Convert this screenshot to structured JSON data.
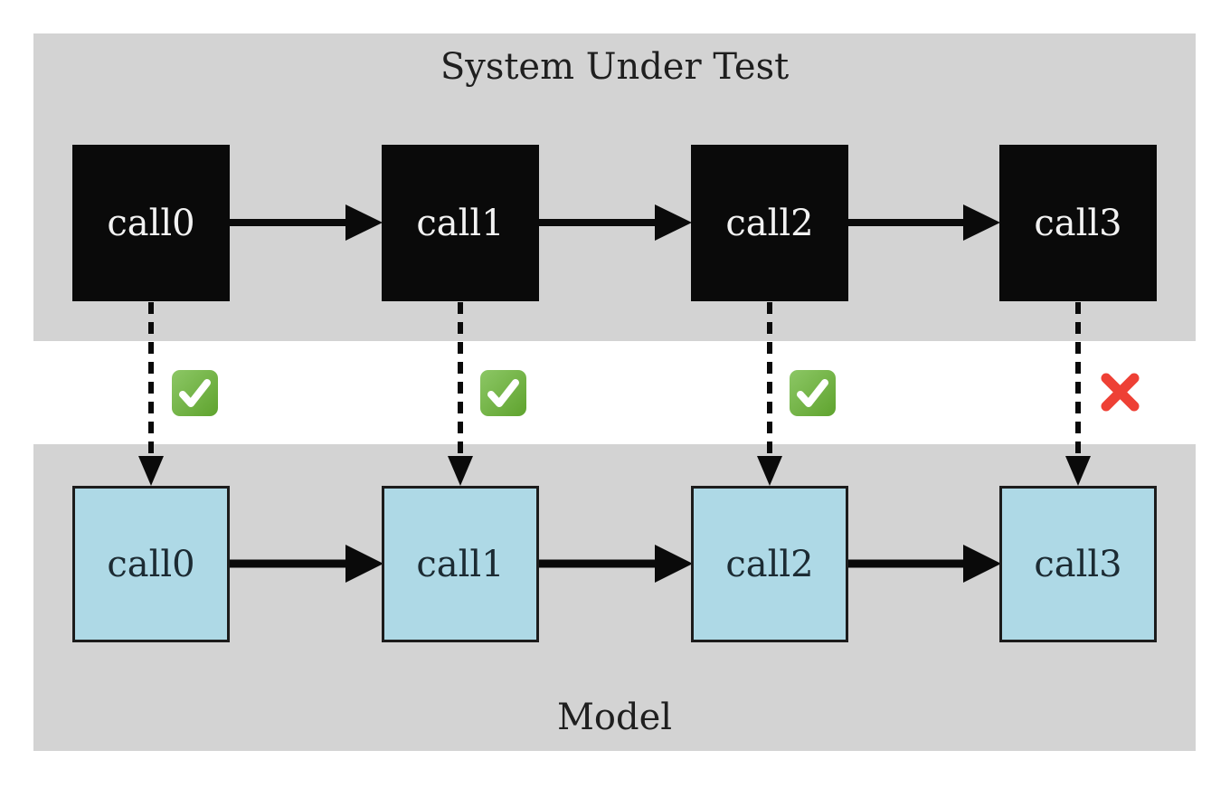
{
  "diagram": {
    "sut": {
      "title": "System Under Test",
      "nodes": [
        {
          "label": "call0"
        },
        {
          "label": "call1"
        },
        {
          "label": "call2"
        },
        {
          "label": "call3"
        }
      ]
    },
    "model": {
      "title": "Model",
      "nodes": [
        {
          "label": "call0"
        },
        {
          "label": "call1"
        },
        {
          "label": "call2"
        },
        {
          "label": "call3"
        }
      ]
    },
    "comparisons": [
      {
        "pair": "call0",
        "result": "match",
        "icon": "check-mark-button-icon"
      },
      {
        "pair": "call1",
        "result": "match",
        "icon": "check-mark-button-icon"
      },
      {
        "pair": "call2",
        "result": "match",
        "icon": "check-mark-button-icon"
      },
      {
        "pair": "call3",
        "result": "mismatch",
        "icon": "cross-mark-icon"
      }
    ],
    "colors": {
      "band_background": "#d3d3d3",
      "sut_node_fill": "#0a0a0a",
      "sut_node_text": "#f2f2f2",
      "model_node_fill": "#aed9e6",
      "model_node_border": "#1c1c1c",
      "check_green": "#74b843",
      "cross_red": "#ee4035",
      "arrow_color": "#0a0a0a"
    }
  }
}
